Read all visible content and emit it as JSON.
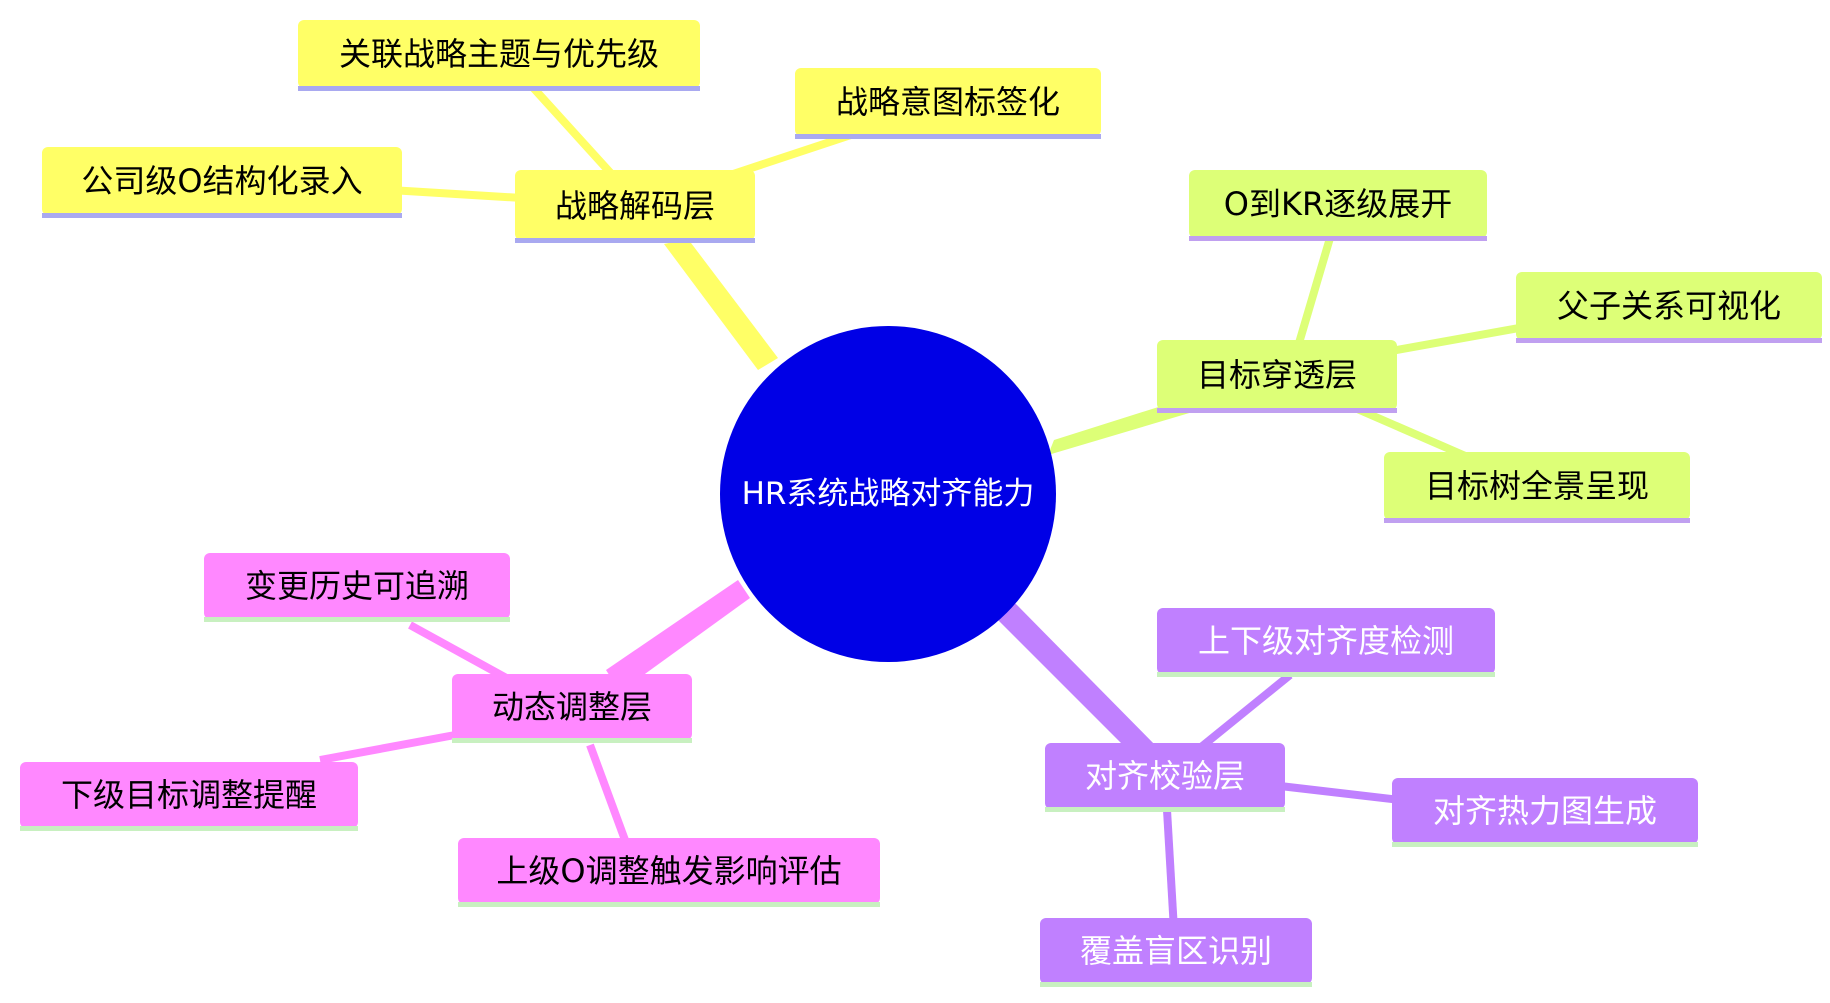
{
  "root": {
    "label": "HR系统战略对齐能力",
    "color": "#0000e6",
    "text_color": "#ffffff"
  },
  "branches": [
    {
      "key": "strategy",
      "label": "战略解码层",
      "color": "#ffff66",
      "edge_color": "#ffff66",
      "underline_color": "#a9a9f0",
      "text_color": "#000000",
      "children": [
        {
          "label": "关联战略主题与优先级"
        },
        {
          "label": "战略意图标签化"
        },
        {
          "label": "公司级O结构化录入"
        }
      ]
    },
    {
      "key": "target",
      "label": "目标穿透层",
      "color": "#ddff77",
      "edge_color": "#ddff77",
      "underline_color": "#c0a0f0",
      "text_color": "#000000",
      "children": [
        {
          "label": "O到KR逐级展开"
        },
        {
          "label": "父子关系可视化"
        },
        {
          "label": "目标树全景呈现"
        }
      ]
    },
    {
      "key": "validate",
      "label": "对齐校验层",
      "color": "#c080ff",
      "edge_color": "#c080ff",
      "underline_color": "#c8f0c0",
      "text_color": "#ffffff",
      "children": [
        {
          "label": "上下级对齐度检测"
        },
        {
          "label": "对齐热力图生成"
        },
        {
          "label": "覆盖盲区识别"
        }
      ]
    },
    {
      "key": "dynamic",
      "label": "动态调整层",
      "color": "#ff88ff",
      "edge_color": "#ff88ff",
      "underline_color": "#c8f0c0",
      "text_color": "#000000",
      "children": [
        {
          "label": "变更历史可追溯"
        },
        {
          "label": "下级目标调整提醒"
        },
        {
          "label": "上级O调整触发影响评估"
        }
      ]
    }
  ]
}
